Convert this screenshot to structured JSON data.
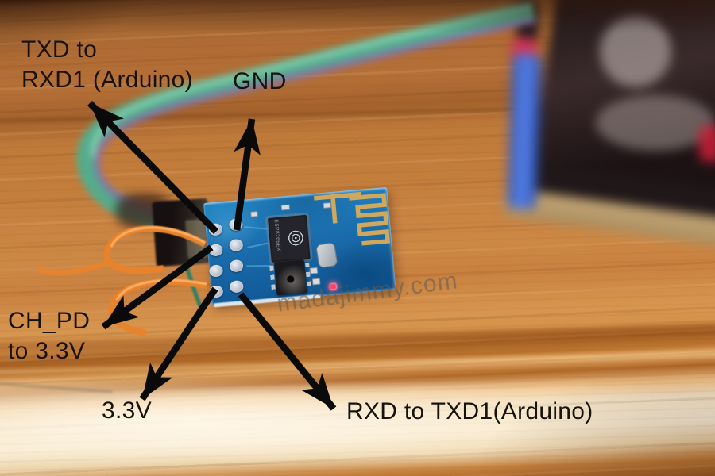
{
  "scene": {
    "description": "Photo of an ESP8266 ESP-01 WiFi module wired with jumper wires to an Arduino (blurred, background), annotated with black arrows labelling the pin connections",
    "watermark": "madajimmy.com"
  },
  "labels": {
    "txd": "TXD to\nRXD1 (Arduino)",
    "gnd": "GND",
    "ch_pd": "CH_PD\nto 3.3V",
    "v33": "3.3V",
    "rxd": "RXD to TXD1(Arduino)"
  },
  "module": {
    "chip_label": "ESP8266EX"
  },
  "colors": {
    "pcb_blue": "#1b6fae",
    "antenna_gold": "#c9a255",
    "wire_orange": "#e8832c",
    "cable_teal": "#4fae90",
    "wood_mid": "#c07c3a",
    "arrow_black": "#0a0a0a"
  }
}
